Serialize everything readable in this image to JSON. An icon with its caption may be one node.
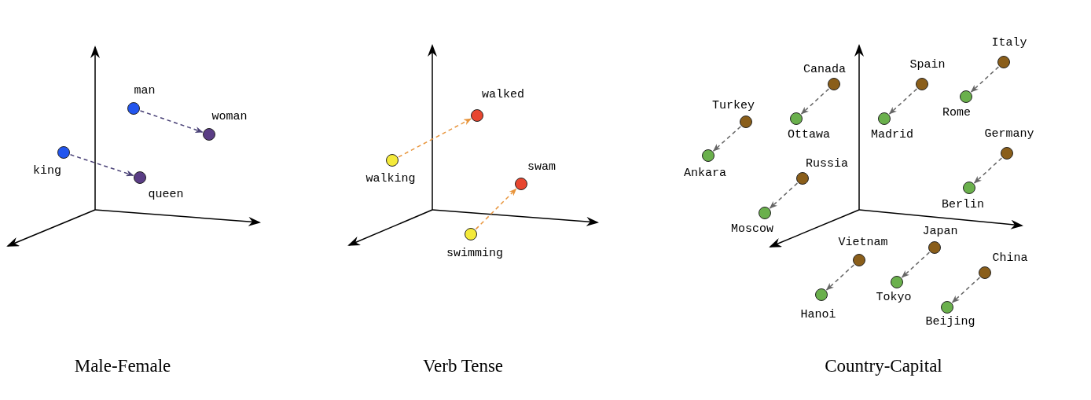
{
  "diagram": {
    "nodes": [
      {
        "text": [],
        "shape": "circle",
        "beside": [
          "man"
        ]
      },
      {
        "text": [],
        "shape": "circle",
        "beside": [
          "woman"
        ]
      },
      {
        "text": [],
        "shape": "circle",
        "beside": [
          "king"
        ]
      },
      {
        "text": [],
        "shape": "circle",
        "beside": [
          "queen"
        ]
      },
      {
        "text": [],
        "shape": "circle",
        "beside": [
          "walking"
        ]
      },
      {
        "text": [],
        "shape": "circle",
        "beside": [
          "walked"
        ]
      },
      {
        "text": [],
        "shape": "circle",
        "beside": [
          "swimming"
        ]
      },
      {
        "text": [],
        "shape": "circle",
        "beside": [
          "swam"
        ]
      },
      {
        "text": [],
        "shape": "circle",
        "beside": [
          "Italy"
        ]
      },
      {
        "text": [],
        "shape": "circle",
        "beside": [
          "Rome"
        ]
      },
      {
        "text": [],
        "shape": "circle",
        "beside": [
          "Spain"
        ]
      },
      {
        "text": [],
        "shape": "circle",
        "beside": [
          "Madrid"
        ]
      },
      {
        "text": [],
        "shape": "circle",
        "beside": [
          "Canada"
        ]
      },
      {
        "text": [],
        "shape": "circle",
        "beside": [
          "Ottawa"
        ]
      },
      {
        "text": [],
        "shape": "circle",
        "beside": [
          "Turkey"
        ]
      },
      {
        "text": [],
        "shape": "circle",
        "beside": [
          "Ankara"
        ]
      },
      {
        "text": [],
        "shape": "circle",
        "beside": [
          "Germany"
        ]
      },
      {
        "text": [],
        "shape": "circle",
        "beside": [
          "Berlin"
        ]
      },
      {
        "text": [],
        "shape": "circle",
        "beside": [
          "Russia"
        ]
      },
      {
        "text": [],
        "shape": "circle",
        "beside": [
          "Moscow"
        ]
      },
      {
        "text": [],
        "shape": "circle",
        "beside": [
          "Japan"
        ]
      },
      {
        "text": [],
        "shape": "circle",
        "beside": [
          "Tokyo"
        ]
      },
      {
        "text": [],
        "shape": "circle",
        "beside": [
          "Vietnam"
        ]
      },
      {
        "text": [],
        "shape": "circle",
        "beside": [
          "Hanoi"
        ]
      },
      {
        "text": [],
        "shape": "circle",
        "beside": [
          "China"
        ]
      },
      {
        "text": [],
        "shape": "circle",
        "beside": [
          "Beijing"
        ]
      }
    ],
    "edges": [
      {
        "from": 0,
        "to": 1,
        "arrow": "to",
        "style": "dashed",
        "color": "#4a4277"
      },
      {
        "from": 2,
        "to": 3,
        "arrow": "to",
        "style": "dashed",
        "color": "#4a4277"
      },
      {
        "from": 4,
        "to": 5,
        "arrow": "to",
        "style": "dashed",
        "color": "#e8953c"
      },
      {
        "from": 6,
        "to": 7,
        "arrow": "to",
        "style": "dashed",
        "color": "#e8953c"
      },
      {
        "from": 8,
        "to": 9,
        "arrow": "to",
        "style": "dashed"
      },
      {
        "from": 10,
        "to": 11,
        "arrow": "to",
        "style": "dashed"
      },
      {
        "from": 12,
        "to": 13,
        "arrow": "to",
        "style": "dashed"
      },
      {
        "from": 14,
        "to": 15,
        "arrow": "to",
        "style": "dashed"
      },
      {
        "from": 16,
        "to": 17,
        "arrow": "to",
        "style": "dashed"
      },
      {
        "from": 18,
        "to": 19,
        "arrow": "to",
        "style": "dashed"
      },
      {
        "from": 20,
        "to": 21,
        "arrow": "to",
        "style": "dashed"
      },
      {
        "from": 22,
        "to": 23,
        "arrow": "to",
        "style": "dashed"
      },
      {
        "from": 24,
        "to": 25,
        "arrow": "to",
        "style": "dashed"
      }
    ],
    "labels": [
      "Male-Female",
      "Verb Tense",
      "Country-Capital"
    ]
  }
}
